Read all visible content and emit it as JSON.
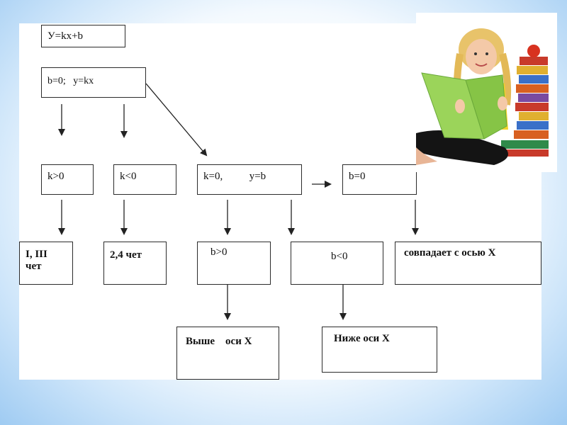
{
  "diagram": {
    "formula": "У=kx+b",
    "case_b_zero": "b=0;   y=kx",
    "k_positive": "k>0",
    "k_negative": "k<0",
    "k_zero": "k=0,          y=b",
    "b_zero": "b=0",
    "quadrants_1_3": "I, III\nчет",
    "quadrants_2_4": "2,4 чет",
    "b_positive": "b>0",
    "b_negative": "b<0",
    "coincides_x": "совпадает с осью Х",
    "above_x": "Выше    оси Х",
    "below_x": "Ниже оси Х"
  },
  "colors": {
    "background_edge": "#9fcbf2",
    "book_green": "#9bd45a",
    "book_stack": [
      "#c83a2a",
      "#e0b030",
      "#3a70c8",
      "#d86020",
      "#7a4aa0"
    ]
  },
  "icons": {
    "illustration": "girl-reading-book-icon"
  }
}
